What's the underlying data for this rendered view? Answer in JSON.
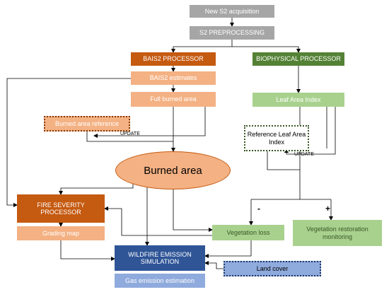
{
  "nodes": {
    "new_s2": "New S2 acquisition",
    "s2_pre": "S2 PREPROCESSING",
    "bais2_proc": "BAIS2 PROCESSOR",
    "biophys_proc": "BIOPHYSICAL PROCESSOR",
    "bais2_est": "BAIS2 estimates",
    "full_burned": "Full burned area",
    "lai": "Leaf Area Index",
    "burned_ref": "Burned area reference",
    "ref_lai": "Reference Leaf Area Index",
    "burned_area": "Burned area",
    "fire_sev": "FIRE SEVERITY PROCESSOR",
    "grading": "Grading map",
    "veg_loss": "Vegetation loss",
    "veg_rest": "Vegetation restoration monitoring",
    "wildfire": "WILDFIRE EMISSION SIMULATION",
    "land_cover": "Land cover",
    "gas": "Gas emission estimation"
  },
  "labels": {
    "update_left": "UPDATE",
    "update_right": "UPDATE",
    "minus": "-",
    "plus": "+"
  },
  "colors": {
    "grey": "#a6a6a6",
    "orange_dark": "#c55a11",
    "orange_light": "#f4b183",
    "green_dark": "#548235",
    "green_light": "#a9d18e",
    "blue_dark": "#2f5597",
    "blue_light": "#8faadc"
  }
}
